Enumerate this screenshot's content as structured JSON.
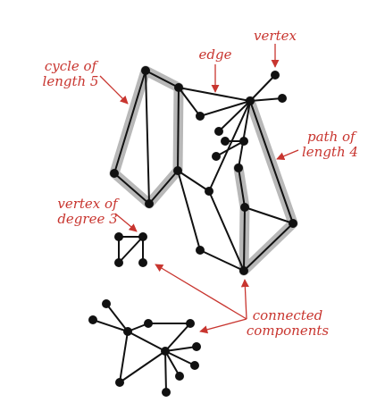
{
  "labels": {
    "cycle": [
      "cycle of",
      "length 5"
    ],
    "edge": "edge",
    "vertex": "vertex",
    "path": [
      "path of",
      "length 4"
    ],
    "degree": [
      "vertex of",
      "degree 3"
    ],
    "components": [
      "connected",
      "components"
    ]
  },
  "colors": {
    "annotation": "#c8352f",
    "highlight": "#b8b8b8",
    "graph": "#111111"
  }
}
